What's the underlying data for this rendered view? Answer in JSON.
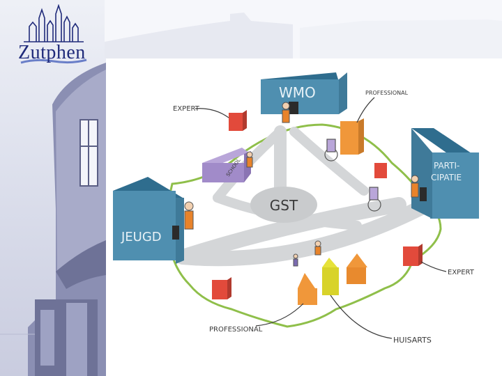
{
  "brand": {
    "name": "Zutphen"
  },
  "diagram": {
    "center": "GST",
    "wmo": "WMO",
    "jeugd": "JEUGD",
    "participatie": [
      "PARTI-",
      "CIPATIE"
    ],
    "expert_top": "EXPERT",
    "expert_right": "EXPERT",
    "professional_top": "PROFESSIONAL",
    "professional_bottom": "PROFESSIONAL",
    "huisarts": "HUISARTS",
    "school": "SCHOOL"
  }
}
